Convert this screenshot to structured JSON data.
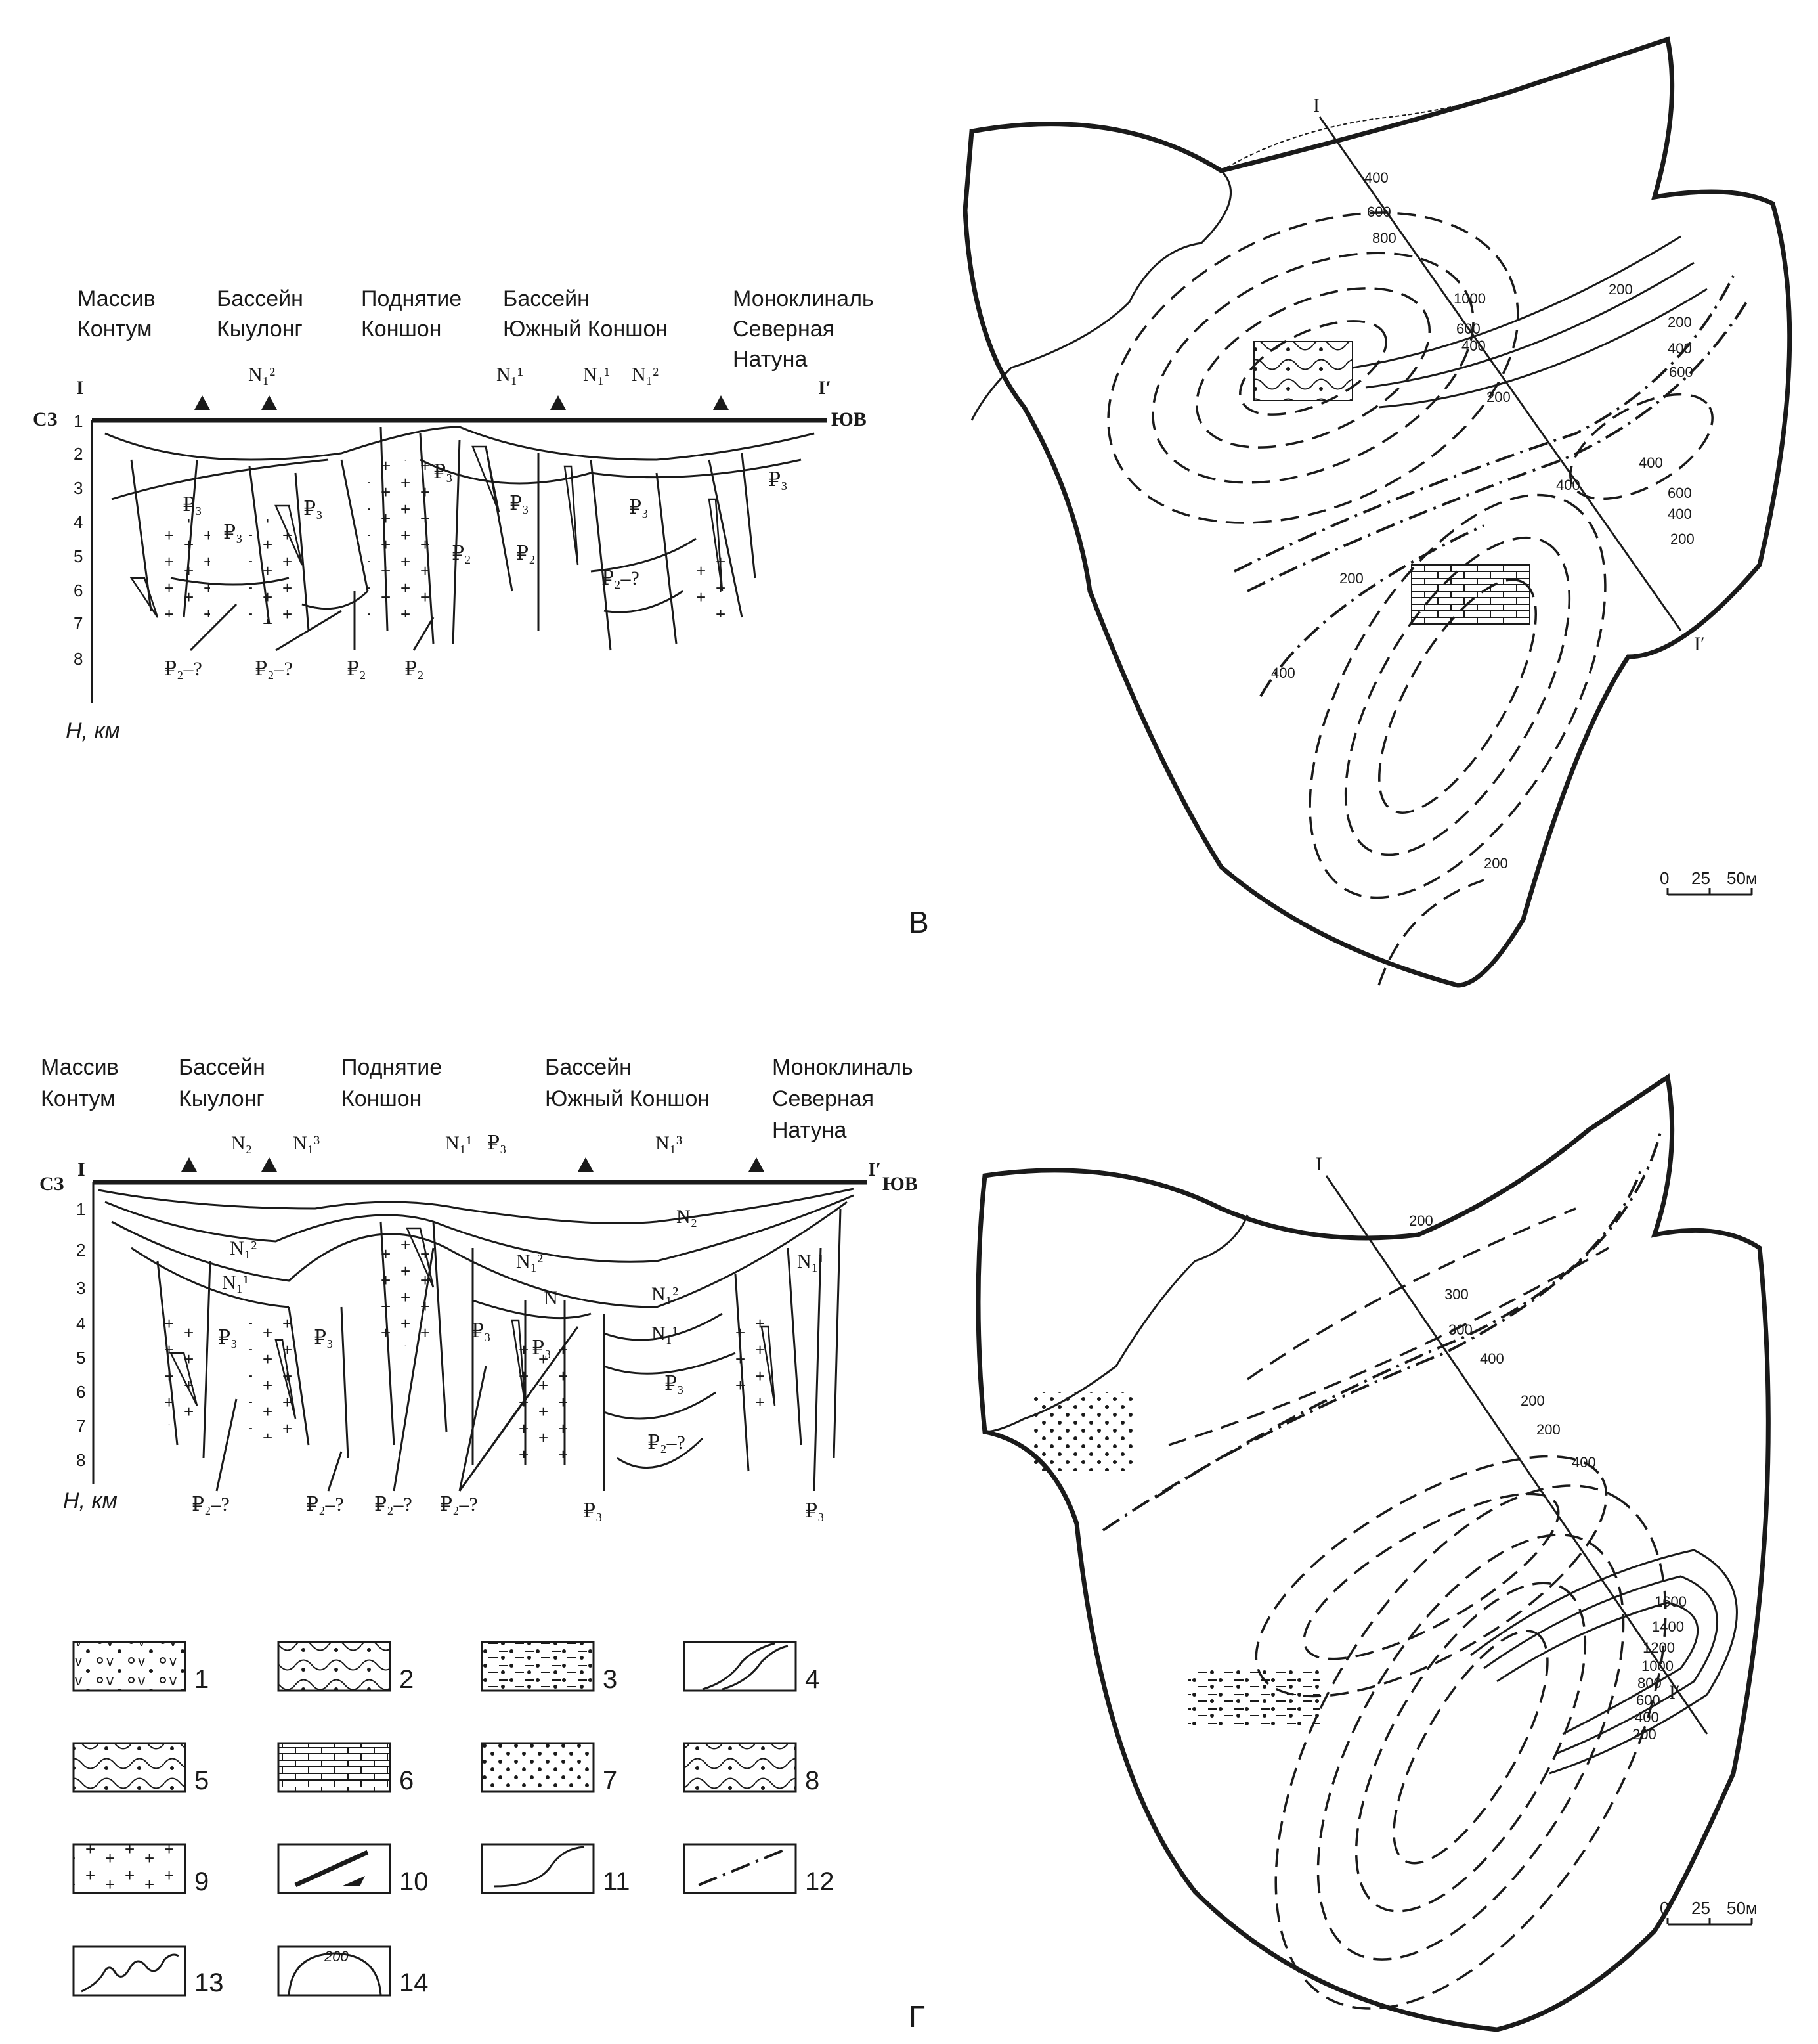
{
  "panel_v": {
    "letter": "В",
    "headers": [
      [
        "Массив",
        "Контум"
      ],
      [
        "Бассейн",
        "Кыулонг"
      ],
      [
        "Поднятие",
        "Коншон"
      ],
      [
        "Бассейн",
        "Южный Коншон"
      ],
      [
        "Моноклиналь",
        "Северная",
        "Натуна"
      ]
    ],
    "section_start": "I",
    "section_end": "I′",
    "dir_left": "СЗ",
    "dir_right": "ЮВ",
    "depth_ticks": [
      "1",
      "2",
      "3",
      "4",
      "5",
      "6",
      "7",
      "8"
    ],
    "depth_axis": "H, км",
    "unit_labels": [
      "N₁²",
      "N₁¹",
      "N₁¹",
      "N₁²",
      "₽₃",
      "₽₃",
      "₽₃",
      "₽₃",
      "₽₃",
      "₽₃",
      "₽₃",
      "₽₂",
      "₽₂",
      "₽₂–?"
    ],
    "bottom_labels": [
      "₽₂–?",
      "₽₂–?",
      "₽₂",
      "₽₂"
    ],
    "map_line_start": "I",
    "map_line_end": "I′",
    "contours": [
      "400",
      "600",
      "800",
      "1000",
      "600",
      "400",
      "200",
      "200",
      "200",
      "400",
      "600",
      "400",
      "600",
      "400",
      "200",
      "400",
      "200",
      "400",
      "200"
    ],
    "scale": [
      "0",
      "25",
      "50м"
    ]
  },
  "panel_g": {
    "letter": "Г",
    "headers": [
      [
        "Массив",
        "Контум"
      ],
      [
        "Бассейн",
        "Кыулонг"
      ],
      [
        "Поднятие",
        "Коншон"
      ],
      [
        "Бассейн",
        "Южный Коншон"
      ],
      [
        "Моноклиналь",
        "Северная",
        "Натуна"
      ]
    ],
    "section_start": "I",
    "section_end": "I′",
    "dir_left": "СЗ",
    "dir_right": "ЮВ",
    "depth_ticks": [
      "1",
      "2",
      "3",
      "4",
      "5",
      "6",
      "7",
      "8"
    ],
    "depth_axis": "H, км",
    "top_labels": [
      "N₂",
      "N₁³",
      "N₁¹",
      "₽₃",
      "N₁³"
    ],
    "unit_labels": [
      "N₂",
      "N₁²",
      "N₁¹",
      "N₁²",
      "N₁²",
      "N",
      "N₁¹",
      "N₁¹",
      "₽₃",
      "₽₃",
      "₽₃",
      "₽₃",
      "₽₃",
      "₽₂–?"
    ],
    "bottom_labels": [
      "₽₂–?",
      "₽₂–?",
      "₽₂–?",
      "₽₂–?",
      "₽₃",
      "₽₃"
    ],
    "map_line_start": "I",
    "map_line_end": "I′",
    "contours": [
      "200",
      "300",
      "300",
      "400",
      "200",
      "200",
      "400",
      "1600",
      "1400",
      "1200",
      "1000",
      "800",
      "600",
      "400",
      "200"
    ],
    "scale": [
      "0",
      "25",
      "50м"
    ]
  },
  "legend": [
    "1",
    "2",
    "3",
    "4",
    "5",
    "6",
    "7",
    "8",
    "9",
    "10",
    "11",
    "12",
    "13",
    "14"
  ],
  "legend_contour_value": "200"
}
